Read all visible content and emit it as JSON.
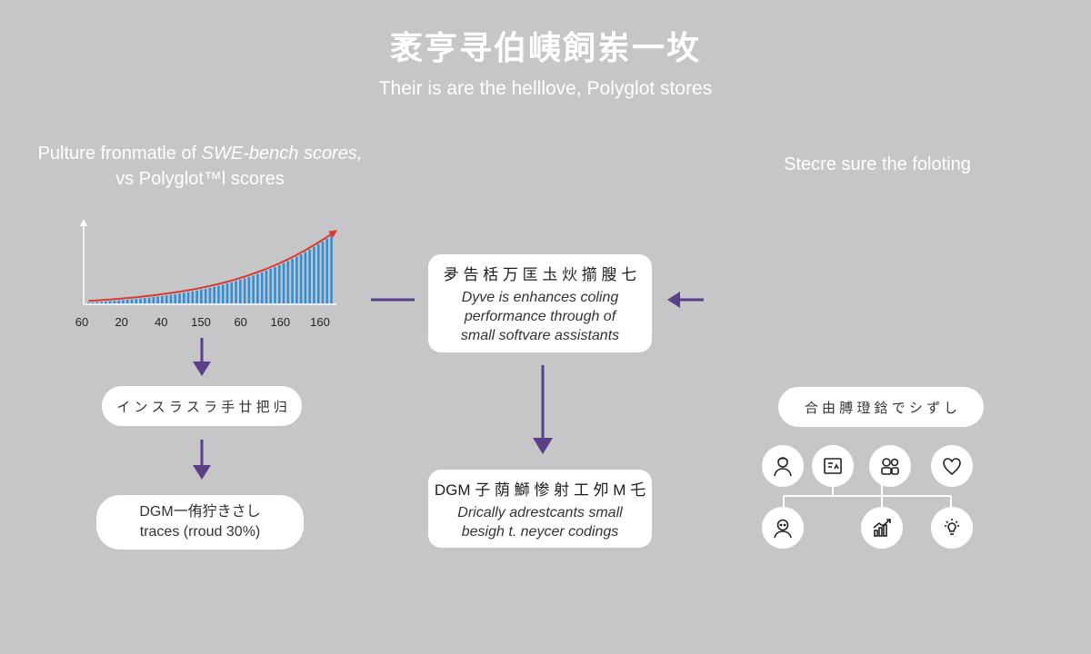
{
  "header": {
    "title": "袤亨寻伯峓飼岽一坆",
    "subtitle": "Their is are the helllove, Polyglot stores"
  },
  "chart": {
    "title_line1_prefix": "Pulture fronmatle of ",
    "title_line1_em": "SWE-bench scores,",
    "title_line2": "vs Polyglot™l scores"
  },
  "chart_data": {
    "type": "bar",
    "title": "Pulture fronmatle of SWE-bench scores, vs Polyglot™l scores",
    "xlabel": "",
    "ylabel": "",
    "x_tick_labels": [
      "60",
      "20",
      "40",
      "150",
      "60",
      "160",
      "160"
    ],
    "values": [
      2,
      2.3,
      2.6,
      3,
      3.4,
      3.8,
      4.2,
      4.6,
      5.1,
      5.6,
      6.1,
      6.6,
      7.2,
      7.8,
      8.4,
      9,
      9.7,
      10.4,
      11.1,
      11.9,
      12.7,
      13.5,
      14.4,
      15.3,
      16.3,
      17.3,
      18.4,
      19.5,
      20.7,
      21.9,
      23.2,
      24.6,
      26,
      27.5,
      29.1,
      30.7,
      32.4,
      34.2,
      36.1,
      38,
      40,
      42.1,
      44.3,
      46.6,
      49,
      51.5,
      54.1,
      56.8,
      59.6,
      62.5,
      65.5,
      68.6,
      71.8,
      75.1,
      78.5,
      82,
      85.6
    ],
    "ylim": [
      0,
      100
    ],
    "trend": "increasing",
    "grid": false,
    "colors": {
      "bars": "#2f8fd8",
      "trend_line": "#d93a2f",
      "axis": "#ffffff"
    }
  },
  "left_flow": {
    "step1": "イ ン ス ラ ス ラ 手 廿 把 归",
    "step2_line1": "DGM一侑狞きさし",
    "step2_line2": "traces (rroud 30%)"
  },
  "center_flow": {
    "box1_head": "夛 告 栝 万 匡 圡 炏 擶 膄 七",
    "box1_line1": "Dyve is enhances coling",
    "box1_line2": "performance through of",
    "box1_line3": "small softvare assistants",
    "box2_head": "DGM 子 荫 鰤 惨 射 工 夘 M 乇",
    "box2_line1": "Drically adrestcants small",
    "box2_line2": "besigh t. neycer codings"
  },
  "right_flow": {
    "caption": "Stecre sure the foloting",
    "pill": "合 由 膊 璒 鋡 で シ ず し"
  },
  "icons": [
    "person-icon",
    "document-icon",
    "people-icon",
    "heart-icon",
    "user-avatar-icon",
    "growth-chart-icon",
    "lightbulb-icon"
  ],
  "colors": {
    "background": "#c6c6c9",
    "arrow": "#5b3f87",
    "card": "#ffffff"
  }
}
